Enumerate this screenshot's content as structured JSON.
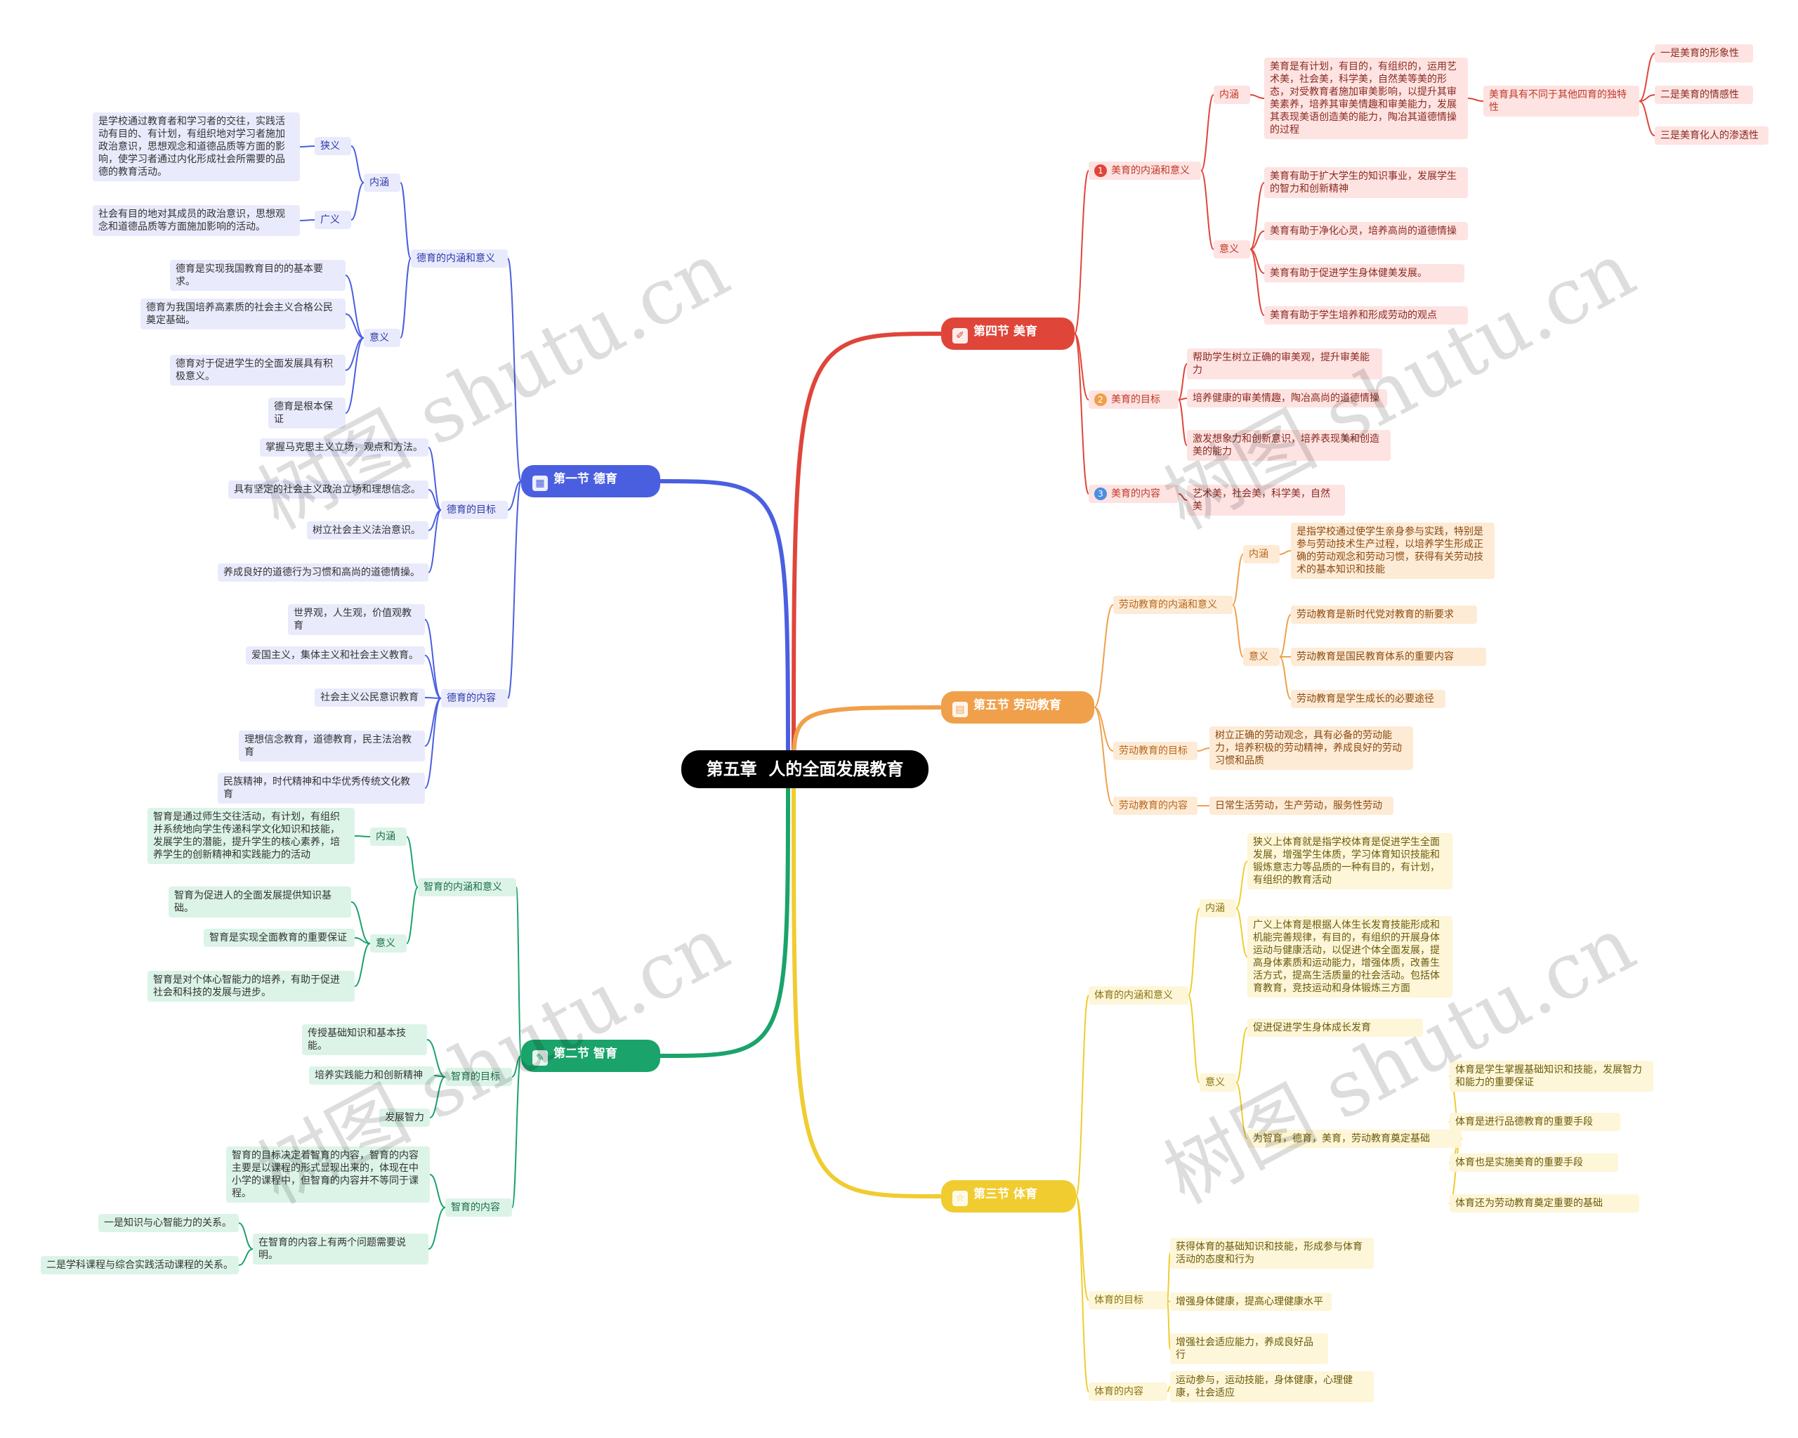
{
  "root": "第五章  人的全面发展教育",
  "watermark": "树图 shutu.cn",
  "colors": {
    "blue": "#4a5fe0",
    "green": "#1aa36a",
    "red": "#e0453a",
    "orange": "#f0a04b",
    "yellow": "#f0cc30"
  },
  "s1": {
    "title": "第一节 德育",
    "icon": "calendar-icon",
    "b1": "德育的内涵和意义",
    "b1a": "内涵",
    "b1a1": "狭义",
    "b1a1t": "是学校通过教育者和学习者的交往，实践活动有目的、有计划，有组织地对学习者施加政治意识，思想观念和道德品质等方面的影响，使学习者通过内化形成社会所需要的品德的教育活动。",
    "b1a2": "广义",
    "b1a2t": "社会有目的地对其成员的政治意识，思想观念和道德品质等方面施加影响的活动。",
    "b1b": "意义",
    "b1b1": "德育是实现我国教育目的的基本要求。",
    "b1b2": "德育为我国培养高素质的社会主义合格公民奠定基础。",
    "b1b3": "德育对于促进学生的全面发展具有积极意义。",
    "b1b4": "德育是根本保证",
    "b2": "德育的目标",
    "b2i": [
      "掌握马克思主义立场，观点和方法。",
      "具有坚定的社会主义政治立场和理想信念。",
      "树立社会主义法治意识。",
      "养成良好的道德行为习惯和高尚的道德情操。"
    ],
    "b3": "德育的内容",
    "b3i": [
      "世界观，人生观，价值观教育",
      "爱国主义，集体主义和社会主义教育。",
      "社会主义公民意识教育",
      "理想信念教育，道德教育，民主法治教育",
      "民族精神，时代精神和中华优秀传统文化教育"
    ]
  },
  "s2": {
    "title": "第二节 智育",
    "icon": "brain-icon",
    "b1": "智育的内涵和意义",
    "b1a": "内涵",
    "b1at": "智育是通过师生交往活动，有计划，有组织并系统地向学生传递科学文化知识和技能，发展学生的潜能，提升学生的核心素养，培养学生的创新精神和实践能力的活动",
    "b1b": "意义",
    "b1bi": [
      "智育为促进人的全面发展提供知识基础。",
      "智育是实现全面教育的重要保证",
      "智育是对个体心智能力的培养，有助于促进社会和科技的发展与进步。"
    ],
    "b2": "智育的目标",
    "b2i": [
      "传授基础知识和基本技能。",
      "培养实践能力和创新精神",
      "发展智力"
    ],
    "b3": "智育的内容",
    "b3a": "智育的目标决定着智育的内容，智育的内容主要是以课程的形式显现出来的，体现在中小学的课程中，但智育的内容并不等同于课程。",
    "b3b": "在智育的内容上有两个问题需要说明。",
    "b3bi": [
      "一是知识与心智能力的关系。",
      "二是学科课程与综合实践活动课程的关系。"
    ]
  },
  "s4": {
    "title": "第四节 美育",
    "icon": "brush-icon",
    "b1": "美育的内涵和意义",
    "b1num": "1",
    "b1a": "内涵",
    "b1at": "美育是有计划，有目的，有组织的，运用艺术美，社会美，科学美，自然美等美的形态，对受教育者施加审美影响，以提升其审美素养，培养其审美情趣和审美能力，发展其表现美语创造美的能力，陶冶其道德情操的过程",
    "b1a2": "美育具有不同于其他四育的独特性",
    "b1a2i": [
      "一是美育的形象性",
      "二是美育的情感性",
      "三是美育化人的渗透性"
    ],
    "b1b": "意义",
    "b1bi": [
      "美育有助于扩大学生的知识事业，发展学生的智力和创新精神",
      "美育有助于净化心灵，培养高尚的道德情操",
      "美育有助于促进学生身体健美发展。",
      "美育有助于学生培养和形成劳动的观点"
    ],
    "b2": "美育的目标",
    "b2num": "2",
    "b2i": [
      "帮助学生树立正确的审美观，提升审美能力",
      "培养健康的审美情趣，陶冶高尚的道德情操",
      "激发想象力和创新意识，培养表现美和创造美的能力"
    ],
    "b3": "美育的内容",
    "b3num": "3",
    "b3i": [
      "艺术美，社会美，科学美，自然美"
    ]
  },
  "s5": {
    "title": "第五节 劳动教育",
    "icon": "calculator-icon",
    "b1": "劳动教育的内涵和意义",
    "b1a": "内涵",
    "b1at": "是指学校通过使学生亲身参与实践，特别是参与劳动技术生产过程，以培养学生形成正确的劳动观念和劳动习惯，获得有关劳动技术的基本知识和技能",
    "b1b": "意义",
    "b1bi": [
      "劳动教育是新时代党对教育的新要求",
      "劳动教育是国民教育体系的重要内容",
      "劳动教育是学生成长的必要途径"
    ],
    "b2": "劳动教育的目标",
    "b2t": "树立正确的劳动观念，具有必备的劳动能力，培养积极的劳动精神，养成良好的劳动习惯和品质",
    "b3": "劳动教育的内容",
    "b3t": "日常生活劳动，生产劳动，服务性劳动"
  },
  "s3": {
    "title": "第三节 体育",
    "icon": "star-icon",
    "b1": "体育的内涵和意义",
    "b1a": "内涵",
    "b1a1": "狭义上体育就是指学校体育是促进学生全面发展，增强学生体质，学习体育知识技能和锻炼意志力等品质的一种有目的，有计划，有组织的教育活动",
    "b1a2": "广义上体育是根据人体生长发育技能形成和机能完善规律，有目的，有组织的开展身体运动与健康活动，以促进个体全面发展，提高身体素质和运动能力，增强体质，改善生活方式，提高生活质量的社会活动。包括体育教育，竞技运动和身体锻炼三方面",
    "b1b": "意义",
    "b1b1": "促进促进学生身体成长发育",
    "b1b2": "为智育，德育，美育，劳动教育奠定基础",
    "b1b2i": [
      "体育是学生掌握基础知识和技能，发展智力和能力的重要保证",
      "体育是进行品德教育的重要手段",
      "体育也是实施美育的重要手段",
      "体育还为劳动教育奠定重要的基础"
    ],
    "b2": "体育的目标",
    "b2i": [
      "获得体育的基础知识和技能，形成参与体育活动的态度和行为",
      "增强身体健康，提高心理健康水平",
      "增强社会适应能力，养成良好品行"
    ],
    "b3": "体育的内容",
    "b3t": "运动参与，运动技能，身体健康，心理健康，社会适应"
  }
}
